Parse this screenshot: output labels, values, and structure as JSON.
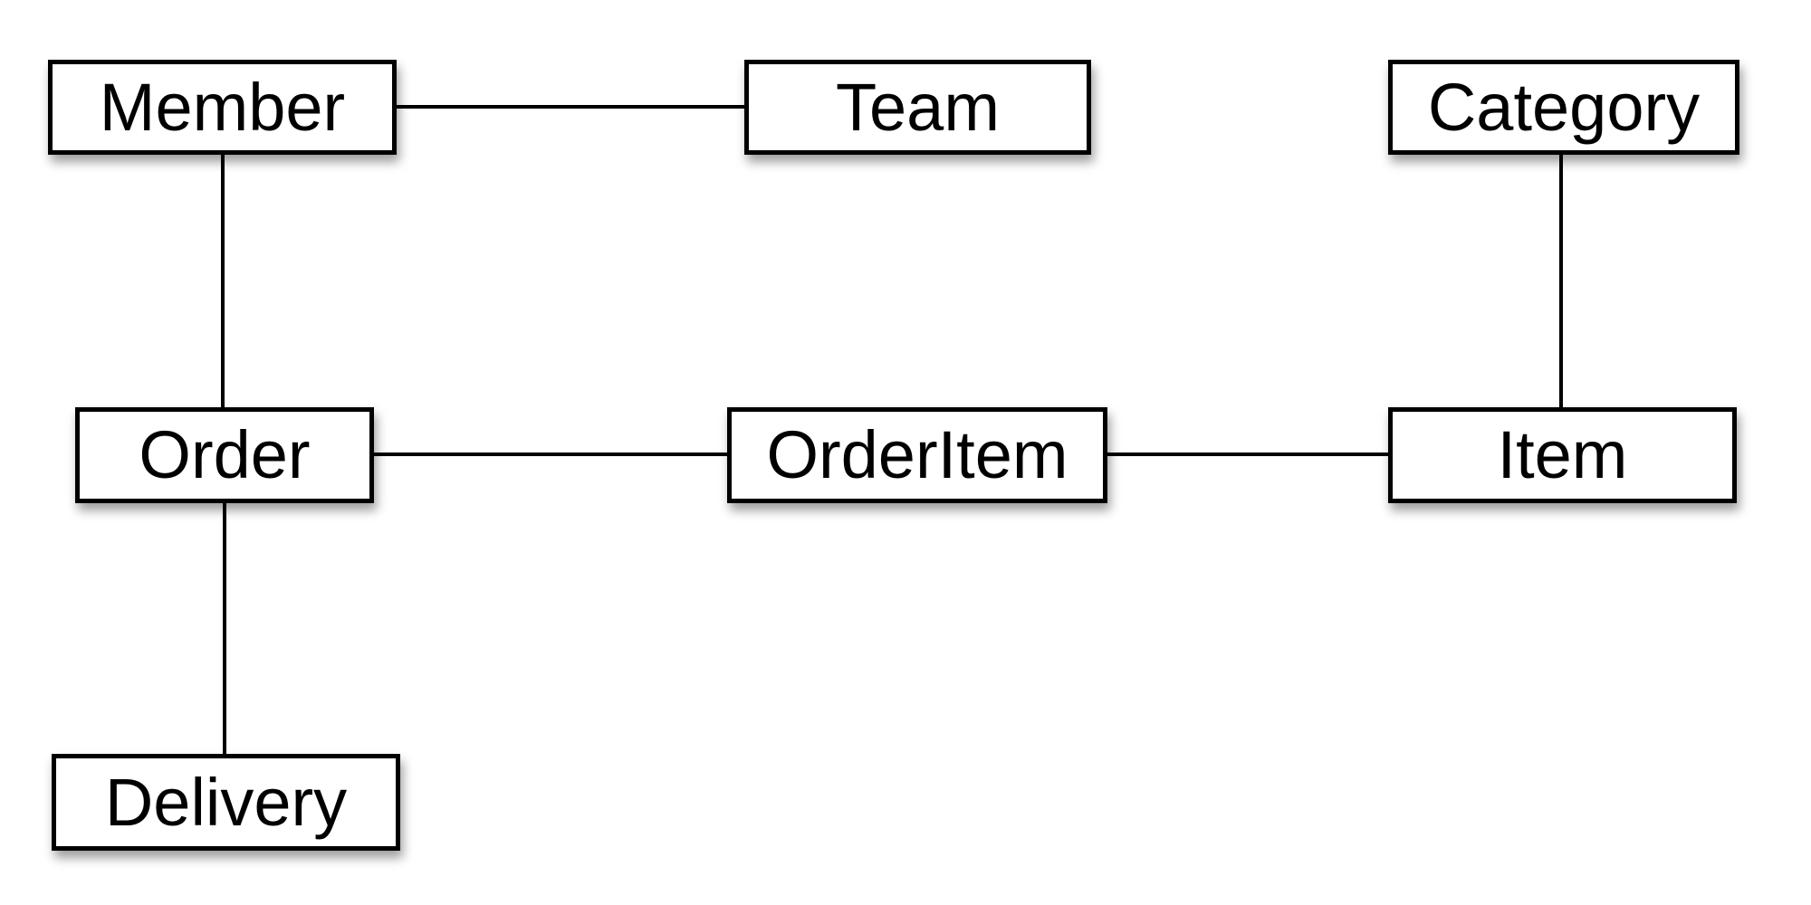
{
  "diagram": {
    "type": "entity-relationship",
    "colors": {
      "background": "#ffffff",
      "box_fill": "#ffffff",
      "box_border": "#000000",
      "line": "#000000",
      "text": "#000000"
    },
    "nodes": [
      {
        "id": "member",
        "label": "Member"
      },
      {
        "id": "team",
        "label": "Team"
      },
      {
        "id": "category",
        "label": "Category"
      },
      {
        "id": "order",
        "label": "Order"
      },
      {
        "id": "orderitem",
        "label": "OrderItem"
      },
      {
        "id": "item",
        "label": "Item"
      },
      {
        "id": "delivery",
        "label": "Delivery"
      }
    ],
    "edges": [
      {
        "from": "Member",
        "to": "Team"
      },
      {
        "from": "Member",
        "to": "Order"
      },
      {
        "from": "Order",
        "to": "OrderItem"
      },
      {
        "from": "OrderItem",
        "to": "Item"
      },
      {
        "from": "Category",
        "to": "Item"
      },
      {
        "from": "Order",
        "to": "Delivery"
      }
    ]
  }
}
